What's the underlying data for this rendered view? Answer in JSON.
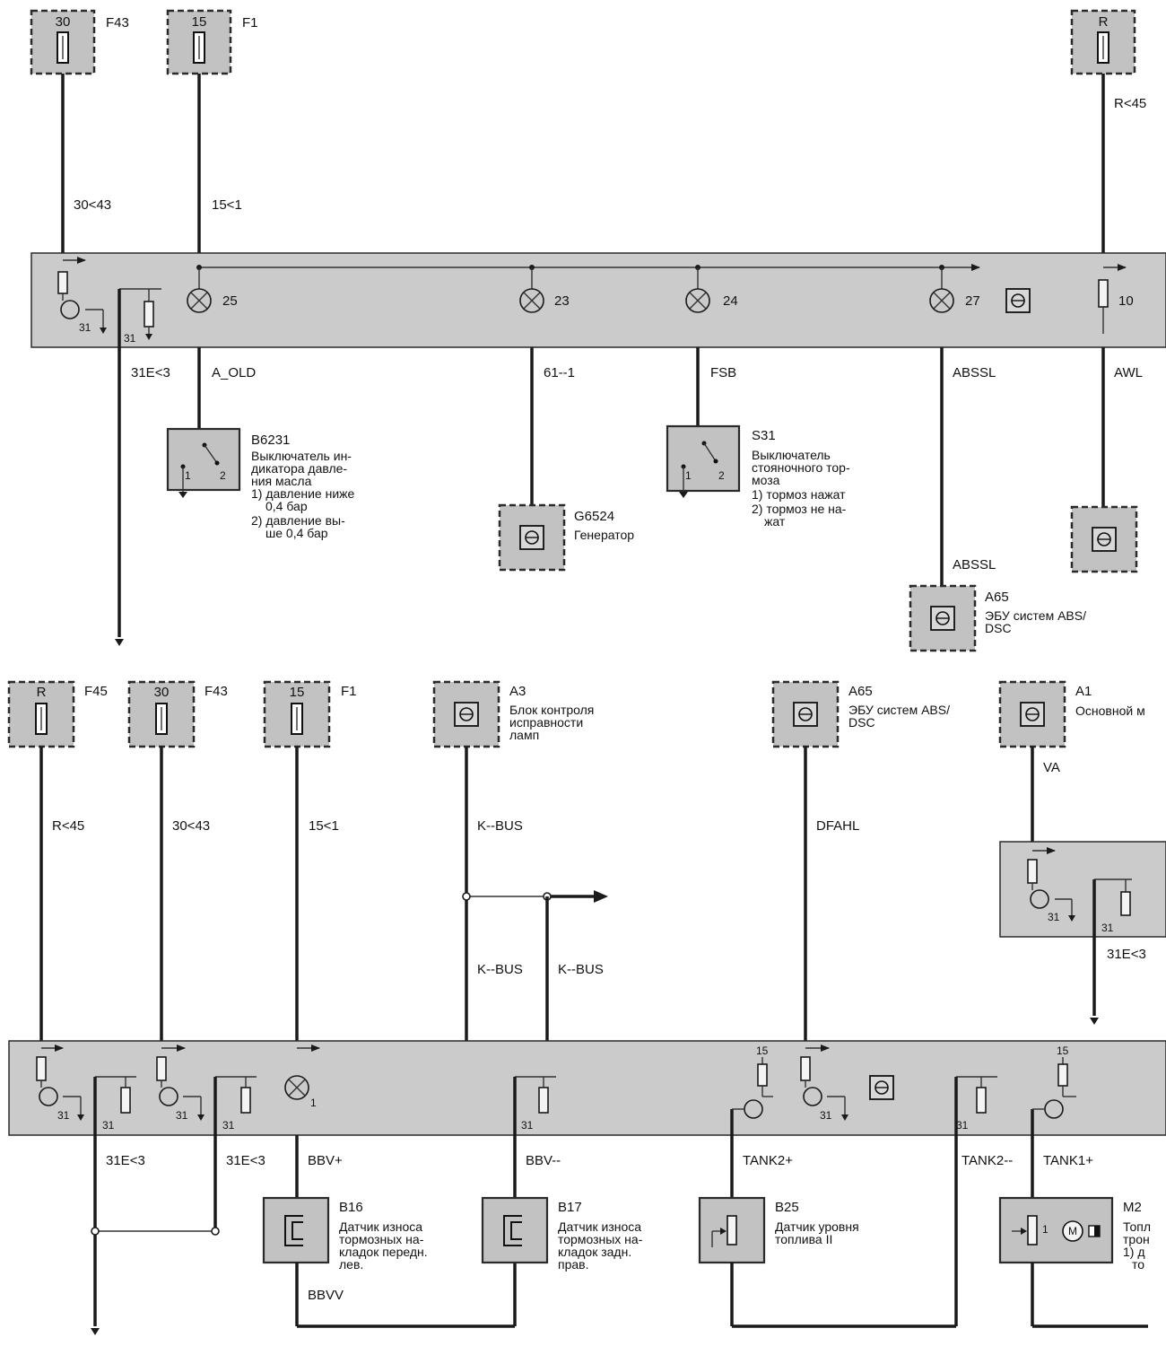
{
  "top": {
    "fuses": [
      {
        "pin": "30",
        "name": "F43",
        "wire": "30<43"
      },
      {
        "pin": "15",
        "name": "F1",
        "wire": "15<1"
      },
      {
        "pin": "R",
        "name": "",
        "wire": "R<45"
      }
    ],
    "module_pins": {
      "p25": "25",
      "p23": "23",
      "p24": "24",
      "p27": "27",
      "p10": "10",
      "ground_31a": "31",
      "ground_31b": "31"
    },
    "wires": {
      "ground": "31E<3",
      "oil": "A_OLD",
      "gen": "61--1",
      "brake": "FSB",
      "abs": "ABSSL",
      "abs_lower": "ABSSL",
      "awl": "AWL"
    },
    "components": {
      "b6231": {
        "id": "B6231",
        "lines": [
          "Выключатель ин-",
          "дикатора давле-",
          "ния масла",
          "1) давление ниже",
          "0,4 бар",
          "2) давление вы-",
          "ше 0,4 бар"
        ],
        "contact1": "1",
        "contact2": "2"
      },
      "g6524": {
        "id": "G6524",
        "desc": "Генератор"
      },
      "s31": {
        "id": "S31",
        "lines": [
          "Выключатель",
          "стояночного тор-",
          "моза",
          "1) тормоз нажат",
          "2) тормоз не на-",
          "жат"
        ],
        "contact1": "1",
        "contact2": "2"
      },
      "a65": {
        "id": "A65",
        "lines": [
          "ЭБУ систем ABS/",
          "DSC"
        ]
      }
    }
  },
  "bottom": {
    "fuses": [
      {
        "pin": "R",
        "name": "F45",
        "wire": "R<45"
      },
      {
        "pin": "30",
        "name": "F43",
        "wire": "30<43"
      },
      {
        "pin": "15",
        "name": "F1",
        "wire": "15<1"
      }
    ],
    "a3": {
      "id": "A3",
      "lines": [
        "Блок контроля",
        "исправности",
        "ламп"
      ],
      "wire": "K--BUS"
    },
    "kbus_left": "K--BUS",
    "kbus_right": "K--BUS",
    "a65": {
      "id": "A65",
      "lines": [
        "ЭБУ систем ABS/",
        "DSC"
      ],
      "wire": "DFAHL"
    },
    "a1": {
      "id": "A1",
      "lines": [
        "Основной м"
      ],
      "wire": "VA",
      "ground": "31E<3",
      "pin31a": "31",
      "pin31b": "31"
    },
    "module_pins": {
      "g1": "31",
      "g2": "31",
      "g3": "31",
      "g4": "31",
      "g5": "31",
      "g6": "31",
      "g7": "31",
      "lamp": "1",
      "p15a": "15",
      "p15b": "15"
    },
    "wires": {
      "ground1": "31E<3",
      "ground2": "31E<3",
      "bbv_plus": "BBV+",
      "bbv_minus": "BBV--",
      "tank2_plus": "TANK2+",
      "tank2_minus": "TANK2--",
      "tank1_plus": "TANK1+",
      "bbvv": "BBVV"
    },
    "components": {
      "b16": {
        "id": "B16",
        "lines": [
          "Датчик износа",
          "тормозных на-",
          "кладок передн.",
          "лев."
        ]
      },
      "b17": {
        "id": "B17",
        "lines": [
          "Датчик износа",
          "тормозных на-",
          "кладок задн.",
          "прав."
        ]
      },
      "b25": {
        "id": "B25",
        "lines": [
          "Датчик уровня",
          "топлива II"
        ]
      },
      "m2": {
        "id": "M2",
        "lines": [
          "Топл",
          "трон",
          "1) д",
          "то"
        ],
        "pin": "1"
      }
    }
  }
}
